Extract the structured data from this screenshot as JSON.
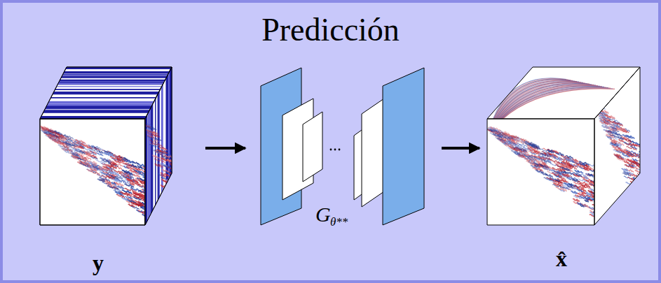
{
  "diagram": {
    "title": "Predicción",
    "nodes": [
      {
        "text": [
          "y"
        ]
      },
      {
        "text": [
          "G",
          "θ**"
        ]
      },
      {
        "text": [
          "x̂"
        ]
      }
    ],
    "edges": [
      {
        "from": 0,
        "to": 1,
        "arrow": "to"
      },
      {
        "from": 1,
        "to": 2,
        "arrow": "to"
      }
    ]
  }
}
